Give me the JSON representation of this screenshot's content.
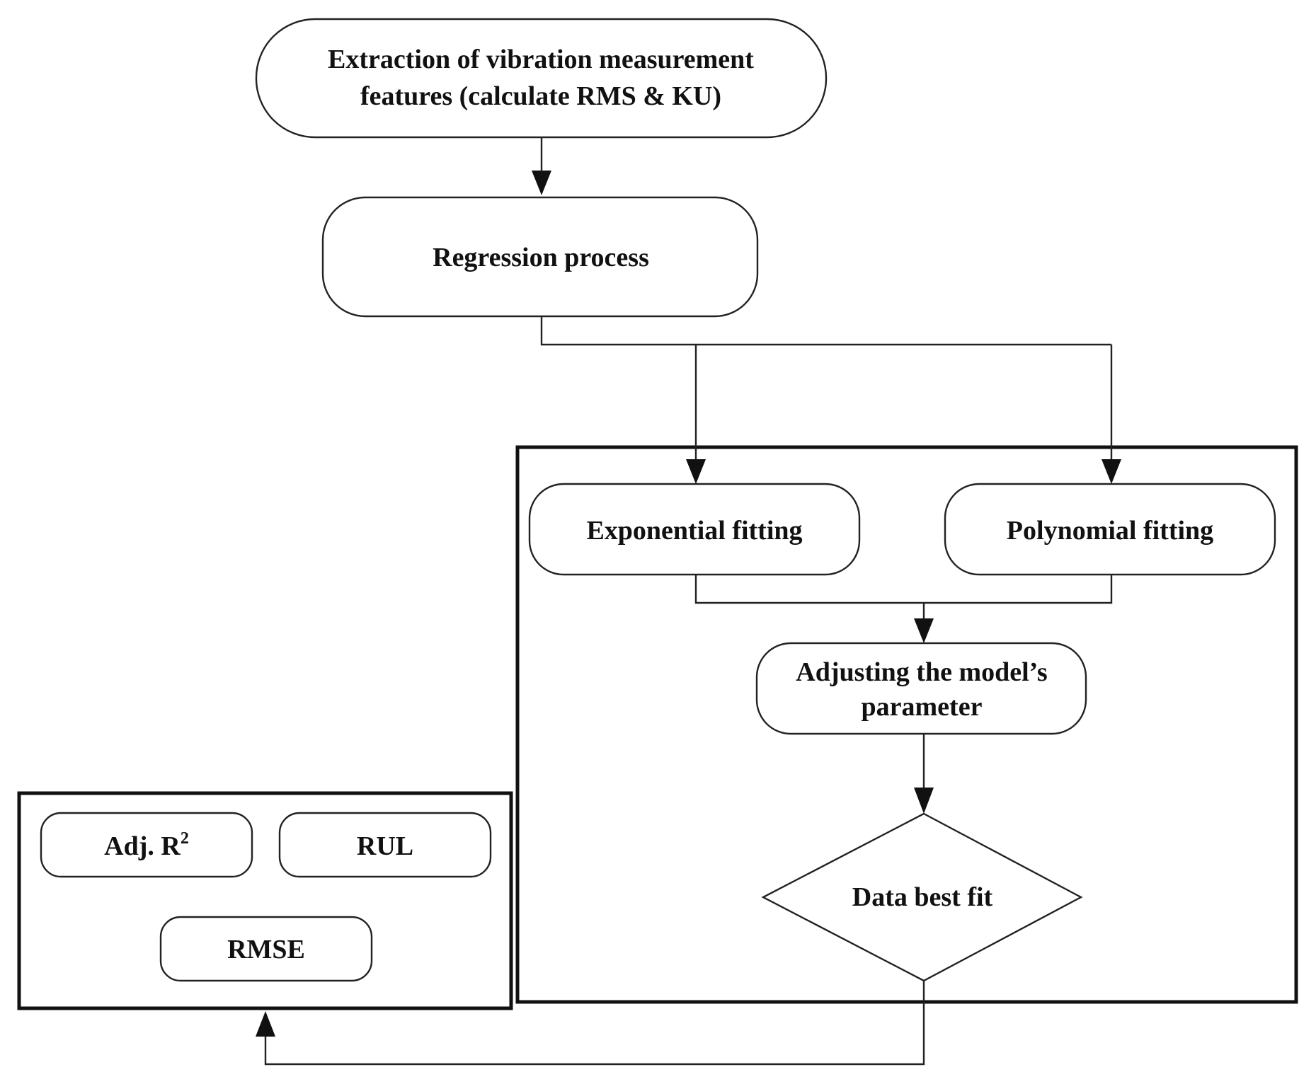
{
  "nodes": {
    "extraction": {
      "line1": "Extraction of vibration measurement",
      "line2": "features (calculate RMS & KU)"
    },
    "regression": {
      "label": "Regression process"
    },
    "exponential": {
      "label": "Exponential fitting"
    },
    "polynomial": {
      "label": "Polynomial fitting"
    },
    "adjusting": {
      "line1": "Adjusting the model’s",
      "line2": "parameter"
    },
    "best_fit": {
      "label": "Data best fit"
    },
    "adj_r2": {
      "label": "Adj. R",
      "superscript": "2"
    },
    "rul": {
      "label": "RUL"
    },
    "rmse": {
      "label": "RMSE"
    }
  },
  "colors": {
    "stroke": "#222222",
    "frame": "#111111",
    "background": "#ffffff"
  }
}
